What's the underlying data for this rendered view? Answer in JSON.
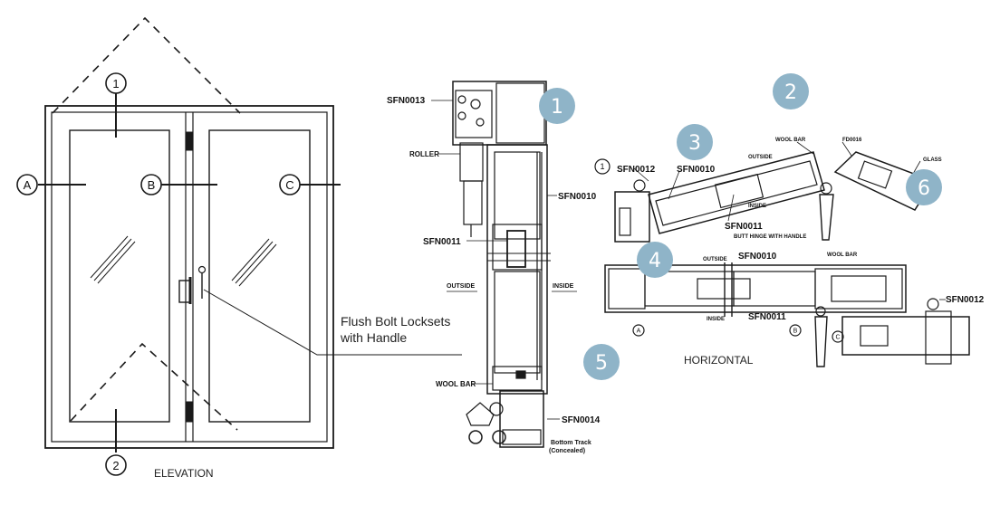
{
  "elevation": {
    "caption": "ELEVATION",
    "section_markers": {
      "top": "1",
      "bottom": "2",
      "a": "A",
      "b": "B",
      "c": "C"
    },
    "callout": {
      "line1": "Flush Bolt Locksets",
      "line2": "with Handle"
    }
  },
  "vertical_section": {
    "labels": {
      "sfn0013": "SFN0013",
      "roller": "ROLLER",
      "sfn0010": "SFN0010",
      "sfn0011": "SFN0011",
      "outside": "OUTSIDE",
      "inside": "INSIDE",
      "wool_bar": "WOOL BAR",
      "sfn0014": "SFN0014",
      "bottom_track_1": "Bottom Track",
      "bottom_track_2": "(Concealed)"
    }
  },
  "horizontal_section": {
    "caption": "HORIZONTAL",
    "upper": {
      "marker": "1",
      "sfn0012": "SFN0012",
      "sfn0010": "SFN0010",
      "outside": "OUTSIDE",
      "inside": "INSIDE",
      "sfn0011": "SFN0011",
      "wool_bar": "WOOL BAR",
      "fd0016": "FD0016",
      "glass": "GLASS",
      "butt_hinge": "BUTT HINGE WITH HANDLE"
    },
    "lower": {
      "outside": "OUTSIDE",
      "sfn0010": "SFN0010",
      "wool_bar": "WOOL BAR",
      "inside": "INSIDE",
      "sfn0011": "SFN0011",
      "sfn0012": "SFN0012",
      "marker_a": "A",
      "marker_b": "B",
      "marker_c": "C"
    }
  },
  "badges": [
    "1",
    "2",
    "3",
    "4",
    "5",
    "6"
  ],
  "colors": {
    "badge": "#8fb4c8",
    "line": "#1a1a1a"
  }
}
